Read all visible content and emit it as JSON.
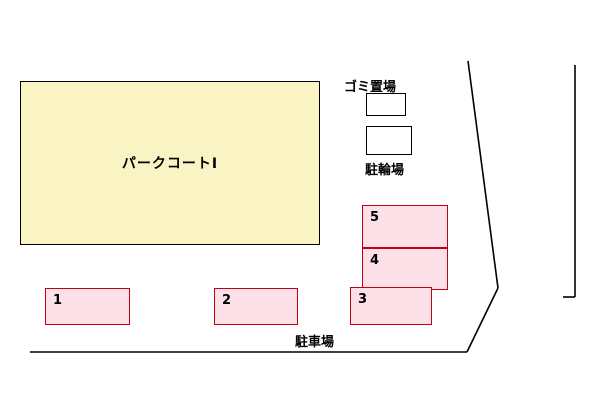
{
  "plan": {
    "title": "site-plan"
  },
  "building": {
    "label": "パークコートⅠ",
    "fill": "#faf3c4",
    "border": "#000000"
  },
  "garbage": {
    "label": "ゴミ置場"
  },
  "bicycle": {
    "label": "駐輪場"
  },
  "parking": {
    "area_label": "駐車場",
    "space_fill": "#fce0e8",
    "space_border": "#c40018",
    "spaces": [
      {
        "label": "1"
      },
      {
        "label": "2"
      },
      {
        "label": "3"
      },
      {
        "label": "4"
      },
      {
        "label": "5"
      }
    ]
  },
  "colors": {
    "road": "#000000",
    "background": "#ffffff"
  }
}
